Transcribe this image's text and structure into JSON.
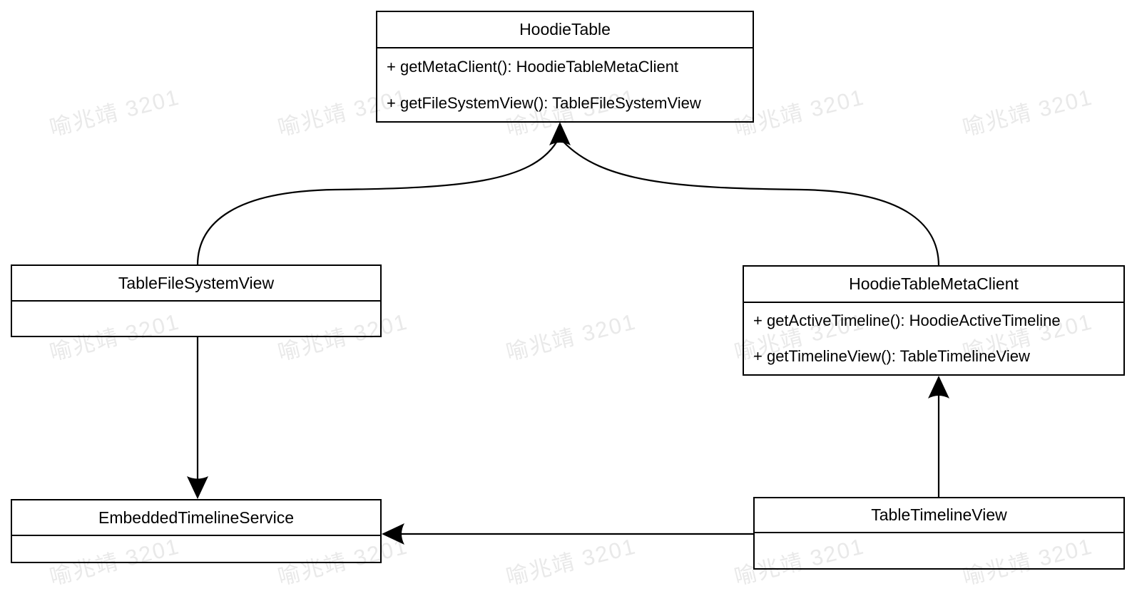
{
  "classes": {
    "hoodieTable": {
      "name": "HoodieTable",
      "methods": [
        "+ getMetaClient(): HoodieTableMetaClient",
        "+ getFileSystemView(): TableFileSystemView"
      ]
    },
    "tableFileSystemView": {
      "name": "TableFileSystemView",
      "methods": []
    },
    "hoodieTableMetaClient": {
      "name": "HoodieTableMetaClient",
      "methods": [
        "+ getActiveTimeline(): HoodieActiveTimeline",
        "+ getTimelineView(): TableTimelineView"
      ]
    },
    "embeddedTimelineService": {
      "name": "EmbeddedTimelineService",
      "methods": []
    },
    "tableTimelineView": {
      "name": "TableTimelineView",
      "methods": []
    }
  },
  "relations": [
    {
      "from": "TableFileSystemView",
      "to": "HoodieTable",
      "style": "curved-arrow"
    },
    {
      "from": "HoodieTableMetaClient",
      "to": "HoodieTable",
      "style": "curved-arrow"
    },
    {
      "from": "TableFileSystemView",
      "to": "EmbeddedTimelineService",
      "style": "straight-arrow"
    },
    {
      "from": "TableTimelineView",
      "to": "HoodieTableMetaClient",
      "style": "straight-arrow"
    },
    {
      "from": "TableTimelineView",
      "to": "EmbeddedTimelineService",
      "style": "straight-arrow"
    }
  ],
  "watermark": {
    "text": "喻兆靖 3201",
    "color": "#e9e9e9"
  },
  "colors": {
    "line": "#000000",
    "background": "#ffffff"
  }
}
